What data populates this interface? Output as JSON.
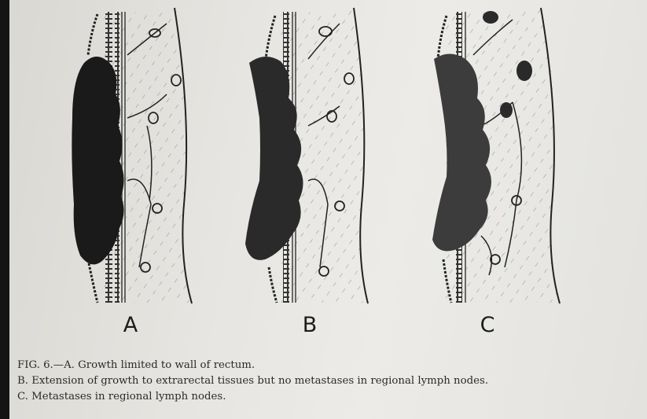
{
  "figure": {
    "panels": [
      {
        "label": "A",
        "tumor_color": "#1a1a1a"
      },
      {
        "label": "B",
        "tumor_color": "#2a2a2a"
      },
      {
        "label": "C",
        "tumor_color": "#3c3c3c"
      }
    ],
    "caption": {
      "line1": "FIG. 6.—A. Growth limited to wall of rectum.",
      "line2": "B. Extension of growth to extrarectal tissues but no metastases in regional lymph nodes.",
      "line3": "C. Metastases in regional lymph nodes."
    }
  }
}
